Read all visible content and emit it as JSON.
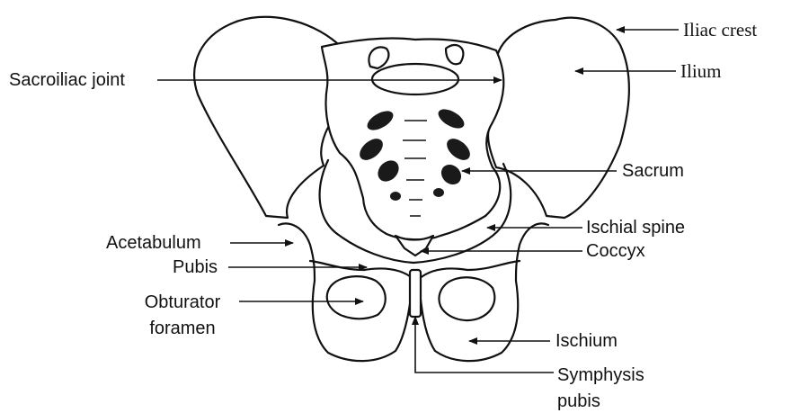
{
  "labels": {
    "iliac_crest": "Iliac crest",
    "ilium": "Ilium",
    "sacroiliac_joint": "Sacroiliac joint",
    "sacrum": "Sacrum",
    "ischial_spine": "Ischial spine",
    "coccyx": "Coccyx",
    "acetabulum": "Acetabulum",
    "pubis": "Pubis",
    "obturator_foramen": "Obturator\nforamen",
    "ischium": "Ischium",
    "symphysis_pubis": "Symphysis\npubis"
  },
  "colors": {
    "line": "#111111",
    "bone_fill": "#ffffff",
    "foramen_fill": "#1a1a1a"
  }
}
